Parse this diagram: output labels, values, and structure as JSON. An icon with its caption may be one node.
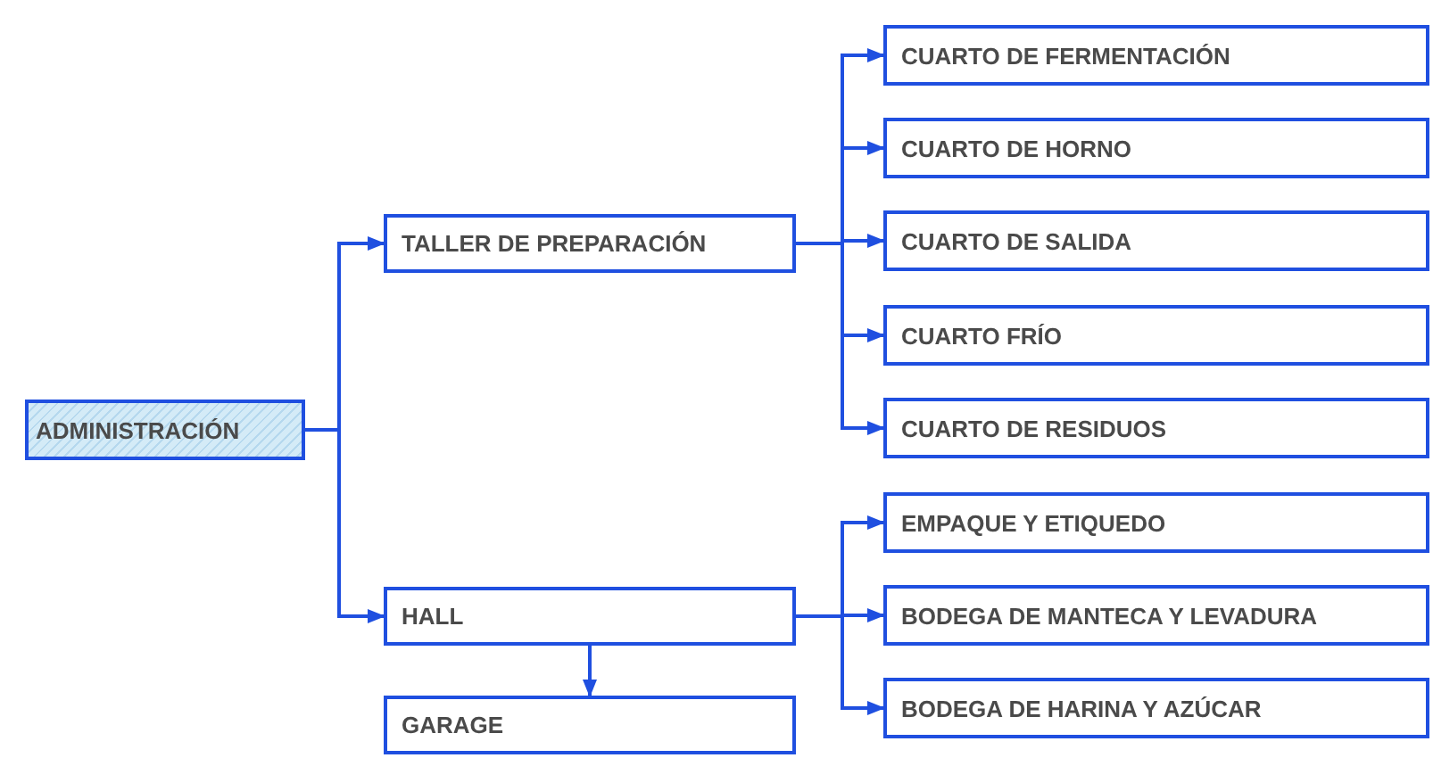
{
  "diagram": {
    "nodes": [
      {
        "text": [
          "ADMINISTRACIÓN"
        ]
      },
      {
        "text": [
          "TALLER DE PREPARACIÓN"
        ]
      },
      {
        "text": [
          "CUARTO DE FERMENTACIÓN"
        ]
      },
      {
        "text": [
          "CUARTO DE HORNO"
        ]
      },
      {
        "text": [
          "CUARTO DE SALIDA"
        ]
      },
      {
        "text": [
          "CUARTO FRÍO"
        ]
      },
      {
        "text": [
          "CUARTO DE RESIDUOS"
        ]
      },
      {
        "text": [
          "HALL"
        ]
      },
      {
        "text": [
          "EMPAQUE Y ETIQUEDO"
        ]
      },
      {
        "text": [
          "BODEGA DE MANTECA Y LEVADURA"
        ]
      },
      {
        "text": [
          "BODEGA DE HARINA Y AZÚCAR"
        ]
      },
      {
        "text": [
          "GARAGE"
        ]
      }
    ],
    "edges": [
      {
        "from": 0,
        "to": 1,
        "arrow": "to"
      },
      {
        "from": 0,
        "to": 7,
        "arrow": "to"
      },
      {
        "from": 1,
        "to": 2,
        "arrow": "to"
      },
      {
        "from": 1,
        "to": 3,
        "arrow": "to"
      },
      {
        "from": 1,
        "to": 4,
        "arrow": "to"
      },
      {
        "from": 1,
        "to": 5,
        "arrow": "to"
      },
      {
        "from": 1,
        "to": 6,
        "arrow": "to"
      },
      {
        "from": 7,
        "to": 8,
        "arrow": "to"
      },
      {
        "from": 7,
        "to": 9,
        "arrow": "to"
      },
      {
        "from": 7,
        "to": 10,
        "arrow": "to"
      },
      {
        "from": 7,
        "to": 11,
        "arrow": "to"
      }
    ]
  }
}
